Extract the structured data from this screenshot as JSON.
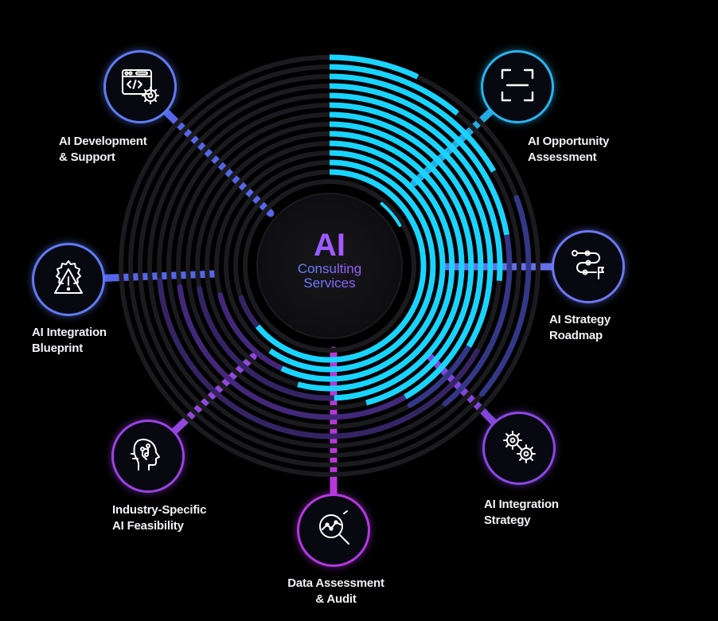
{
  "center": {
    "title": "AI",
    "subtitle_line1": "Consulting",
    "subtitle_line2": "Services"
  },
  "services": [
    {
      "line1": "AI Development",
      "line2": "& Support",
      "icon": "code-gear-icon"
    },
    {
      "line1": "AI Opportunity",
      "line2": "Assessment",
      "icon": "scan-frame-icon"
    },
    {
      "line1": "AI Integration",
      "line2": "Blueprint",
      "icon": "warning-gear-icon"
    },
    {
      "line1": "AI Strategy",
      "line2": "Roadmap",
      "icon": "roadmap-path-icon"
    },
    {
      "line1": "Industry-Specific",
      "line2": "AI Feasibility",
      "icon": "ai-head-icon"
    },
    {
      "line1": "AI Integration",
      "line2": "Strategy",
      "icon": "gears-icon"
    },
    {
      "line1": "Data Assessment",
      "line2": "& Audit",
      "icon": "magnifier-chart-icon"
    }
  ],
  "colors": {
    "background": "#000000",
    "cyan": "#19d4ff",
    "blue": "#5b6cf5",
    "purple": "#9b4ae8",
    "magenta": "#c43ae6",
    "ring_dark": "#1c1c1e",
    "label_text": "#f2f2f6"
  }
}
